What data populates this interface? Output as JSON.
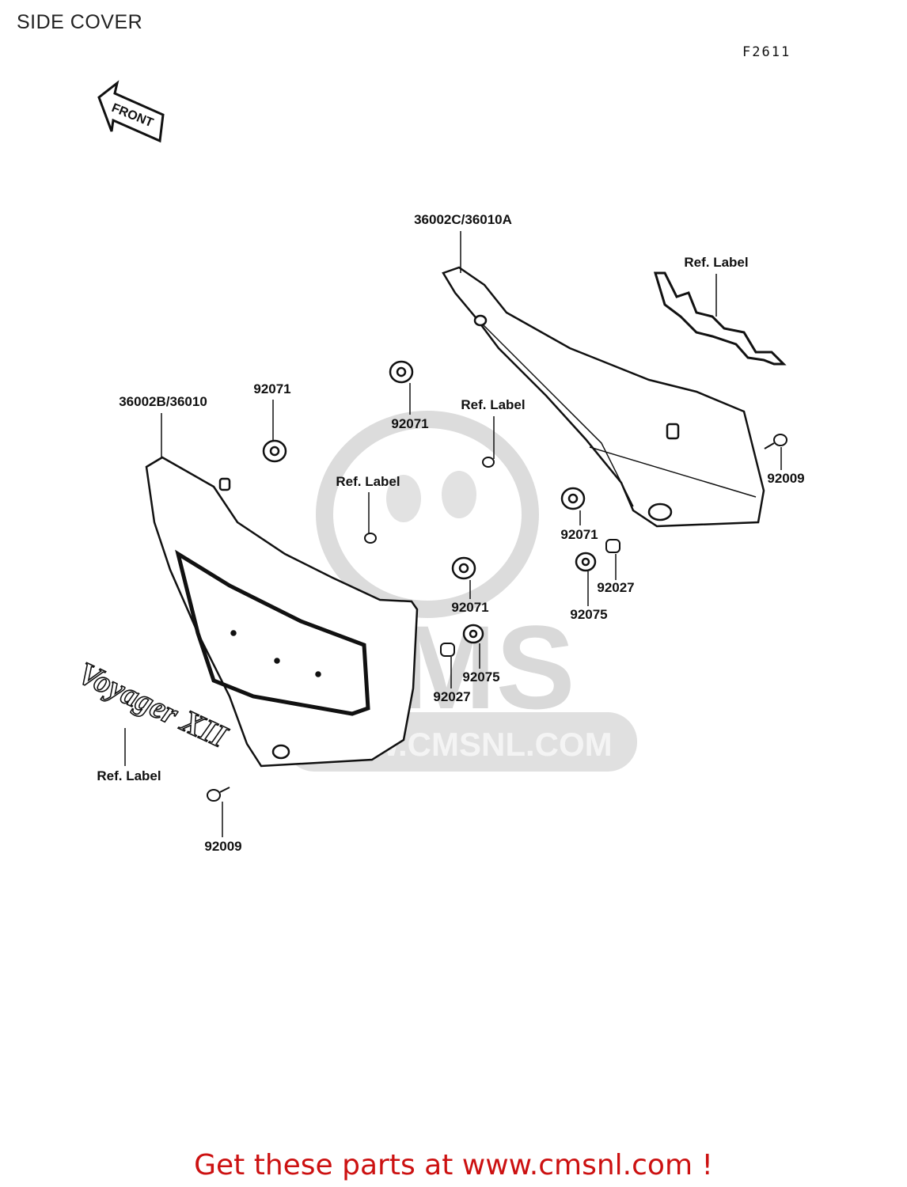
{
  "title": "SIDE COVER",
  "figure_ref": "F2611",
  "front_arrow_text": "FRONT",
  "emblem_text": "Voyager XII",
  "watermark": {
    "logo_text": "CMS",
    "site_text": "WWW.CMSNL.COM"
  },
  "callouts": {
    "cover_right": "36002C/36010A",
    "cover_left": "36002B/36010",
    "ref_label_emblem_top": "Ref. Label",
    "ref_label_mid": "Ref. Label",
    "ref_label_small": "Ref. Label",
    "ref_label_emblem_bottom": "Ref. Label",
    "grommet_top_left": "92071",
    "grommet_top_center": "92071",
    "grommet_mid_right": "92071",
    "grommet_center": "92071",
    "bolt_right": "92009",
    "bolt_bottom": "92009",
    "collar_right": "92027",
    "collar_center": "92027",
    "damper_right": "92075",
    "damper_center": "92075"
  },
  "footer": "Get these parts at www.cmsnl.com !"
}
